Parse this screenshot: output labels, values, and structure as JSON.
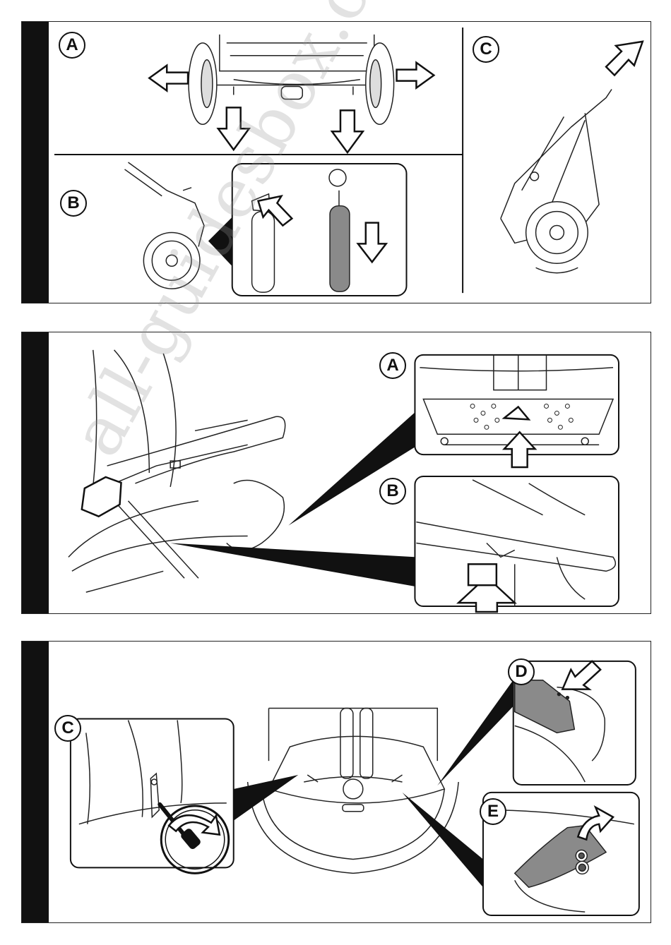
{
  "panels": [
    {
      "labels": [
        "A",
        "B",
        "C"
      ]
    },
    {
      "labels": [
        "A",
        "B"
      ]
    },
    {
      "labels": [
        "C",
        "D",
        "E"
      ]
    }
  ],
  "watermark": "all-guidesbox.com",
  "colors": {
    "ink": "#111111",
    "fill_gray": "#8a8a8a",
    "watermark": "#969696"
  }
}
